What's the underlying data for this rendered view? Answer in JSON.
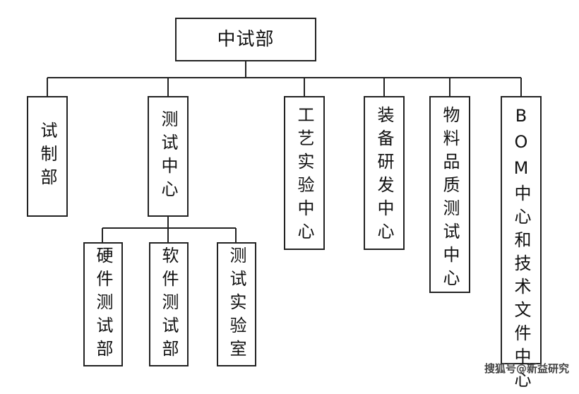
{
  "root": {
    "label": "中试部"
  },
  "departments": [
    {
      "label": "试制部"
    },
    {
      "label": "测试中心"
    },
    {
      "label": "工艺实验中心"
    },
    {
      "label": "装备研发中心"
    },
    {
      "label": "物料品质测试中心"
    },
    {
      "label": "BOM中心和技术文件中心"
    }
  ],
  "sub_units": [
    {
      "label": "硬件测试部"
    },
    {
      "label": "软件测试部"
    },
    {
      "label": "测试实验室"
    }
  ],
  "watermark": "搜狐号@新益研究",
  "colors": {
    "line": "#222222",
    "box_border": "#222222",
    "background": "#ffffff"
  }
}
